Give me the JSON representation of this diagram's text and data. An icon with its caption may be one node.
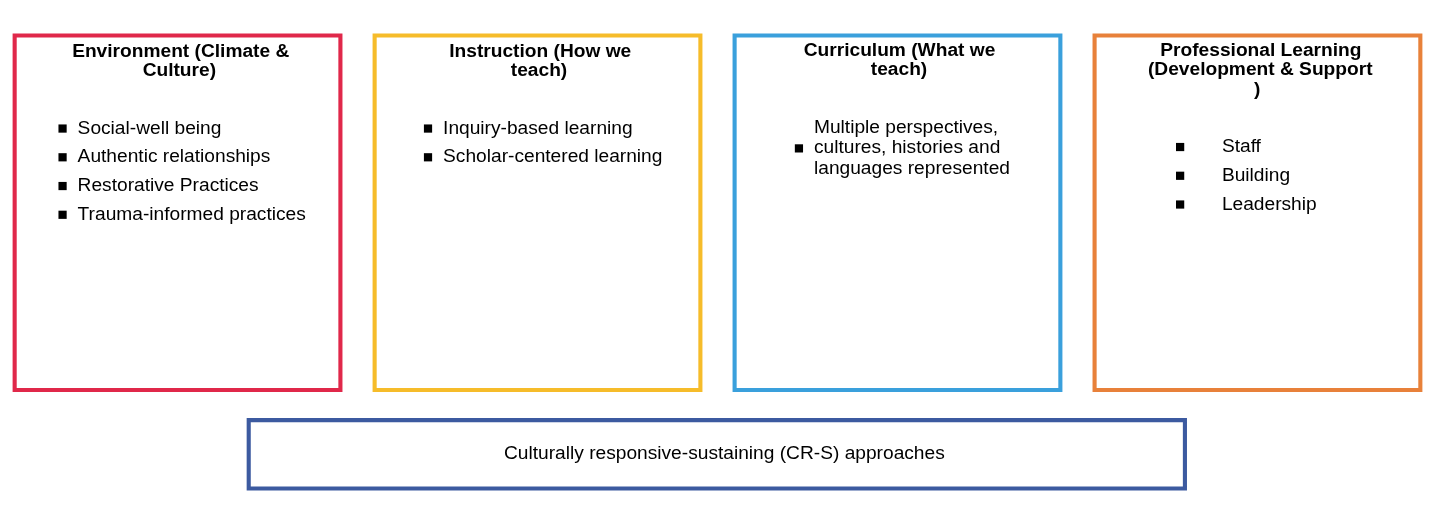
{
  "diagram": {
    "nodes": [
      {
        "text": [
          "Environment (Climate & Culture)",
          "Social-well being",
          "Authentic relationships",
          "Restorative Practices",
          "Trauma-informed practices"
        ]
      },
      {
        "text": [
          "Instruction (How we teach)",
          "Inquiry-based learning",
          "Scholar-centered learning"
        ]
      },
      {
        "text": [
          "Curriculum (What we teach)",
          "Multiple perspectives, cultures, histories and languages represented"
        ]
      },
      {
        "text": [
          "Professional Learning (Development & Support )",
          "Staff",
          "Building",
          "Leadership"
        ]
      },
      {
        "text": [
          "Culturally responsive-sustaining (CR-S) approaches"
        ]
      }
    ],
    "edges": []
  }
}
